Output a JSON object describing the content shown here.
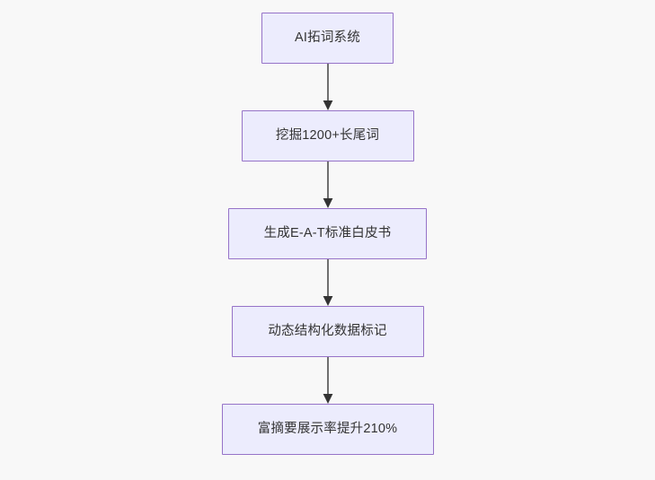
{
  "diagram": {
    "type": "flowchart",
    "direction": "top-to-bottom",
    "background_color": "#f8f8f8",
    "node_fill_color": "#ececfd",
    "node_border_color": "#9673c8",
    "node_text_color": "#333333",
    "connector_color": "#707070",
    "arrowhead_color": "#333333",
    "nodes": [
      {
        "id": "n1",
        "label": "AI拓词系统"
      },
      {
        "id": "n2",
        "label": "挖掘1200+长尾词"
      },
      {
        "id": "n3",
        "label": "生成E-A-T标准白皮书"
      },
      {
        "id": "n4",
        "label": "动态结构化数据标记"
      },
      {
        "id": "n5",
        "label": "富摘要展示率提升210%"
      }
    ],
    "edges": [
      {
        "id": "e1",
        "from": "n1",
        "to": "n2",
        "label": ""
      },
      {
        "id": "e2",
        "from": "n2",
        "to": "n3",
        "label": ""
      },
      {
        "id": "e3",
        "from": "n3",
        "to": "n4",
        "label": ""
      },
      {
        "id": "e4",
        "from": "n4",
        "to": "n5",
        "label": ""
      }
    ]
  }
}
